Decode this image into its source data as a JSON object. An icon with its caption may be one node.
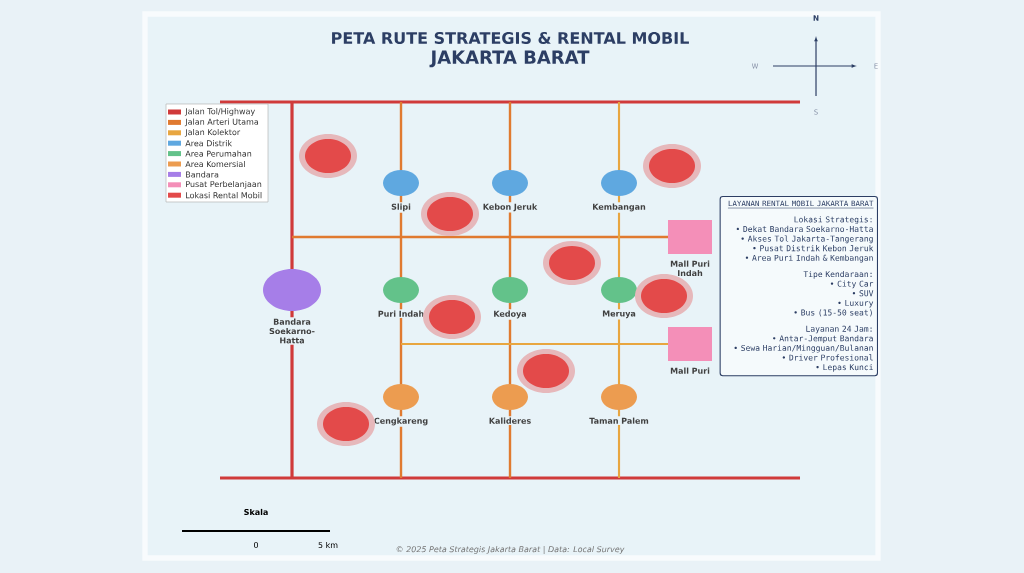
{
  "diagram": {
    "title": "PETA RUTE STRATEGIS & RENTAL MOBIL",
    "nodes": [
      {
        "text": [
          "Slipi"
        ]
      },
      {
        "text": [
          "Kebon Jeruk"
        ]
      },
      {
        "text": [
          "Kembangan"
        ]
      },
      {
        "text": [
          "Puri Indah"
        ]
      },
      {
        "text": [
          "Kedoya"
        ]
      },
      {
        "text": [
          "Meruya"
        ]
      },
      {
        "text": [
          "Cengkareng"
        ]
      },
      {
        "text": [
          "Kalideres"
        ]
      },
      {
        "text": [
          "Taman Palem"
        ]
      },
      {
        "text": [
          "Bandara Soekarno-Hatta"
        ]
      },
      {
        "text": [
          "Mall Puri Indah"
        ]
      },
      {
        "text": [
          "Mall Puri"
        ]
      },
      {
        "text": [
          "LAYANAN RENTAL MOBIL JAKARTA BARAT",
          "Lokasi Strategis:",
          "• Dekat Bandara Soekarno-Hatta",
          "• Akses Tol Jakarta-Tangerang",
          "• Pusat Distrik Kebon Jeruk",
          "• Area Puri Indah & Kembangan",
          "Tipe Kendaraan:",
          "• City Car",
          "• SUV",
          "• Luxury",
          "• Bus (15-50 seat)",
          "Layanan 24 Jam:",
          "• Antar-Jemput Bandara",
          "• Sewa Harian/Mingguan/Bulanan",
          "• Driver Profesional",
          "• Lepas Kunci"
        ]
      },
      {
        "text": [],
        "shape": "circle"
      },
      {
        "text": [],
        "shape": "circle"
      },
      {
        "text": [],
        "shape": "circle"
      },
      {
        "text": [],
        "shape": "circle"
      },
      {
        "text": [],
        "shape": "circle"
      },
      {
        "text": [],
        "shape": "circle"
      },
      {
        "text": [],
        "shape": "circle"
      },
      {
        "text": [],
        "shape": "circle"
      }
    ],
    "labels": [
      "JAKARTA BARAT",
      "N",
      "W",
      "E",
      "S",
      "Skala",
      "0",
      "5 km",
      "© 2025 Peta Strategis Jakarta Barat | Data: Local Survey"
    ],
    "legend": [
      {
        "text": "Jalan Tol/Highway",
        "color": "#d03a3a"
      },
      {
        "text": "Jalan Arteri Utama",
        "color": "#e07a30"
      },
      {
        "text": "Jalan Kolektor",
        "color": "#e8a640"
      },
      {
        "text": "Area Distrik",
        "color": "#5fa8e0"
      },
      {
        "text": "Area Perumahan",
        "color": "#63c28a"
      },
      {
        "text": "Area Komersial",
        "color": "#ec9c50"
      },
      {
        "text": "Bandara",
        "color": "#a67ee8"
      },
      {
        "text": "Pusat Perbelanjaan",
        "color": "#f48fb8"
      },
      {
        "text": "Lokasi Rental Mobil",
        "color": "#e34a4a"
      }
    ]
  }
}
